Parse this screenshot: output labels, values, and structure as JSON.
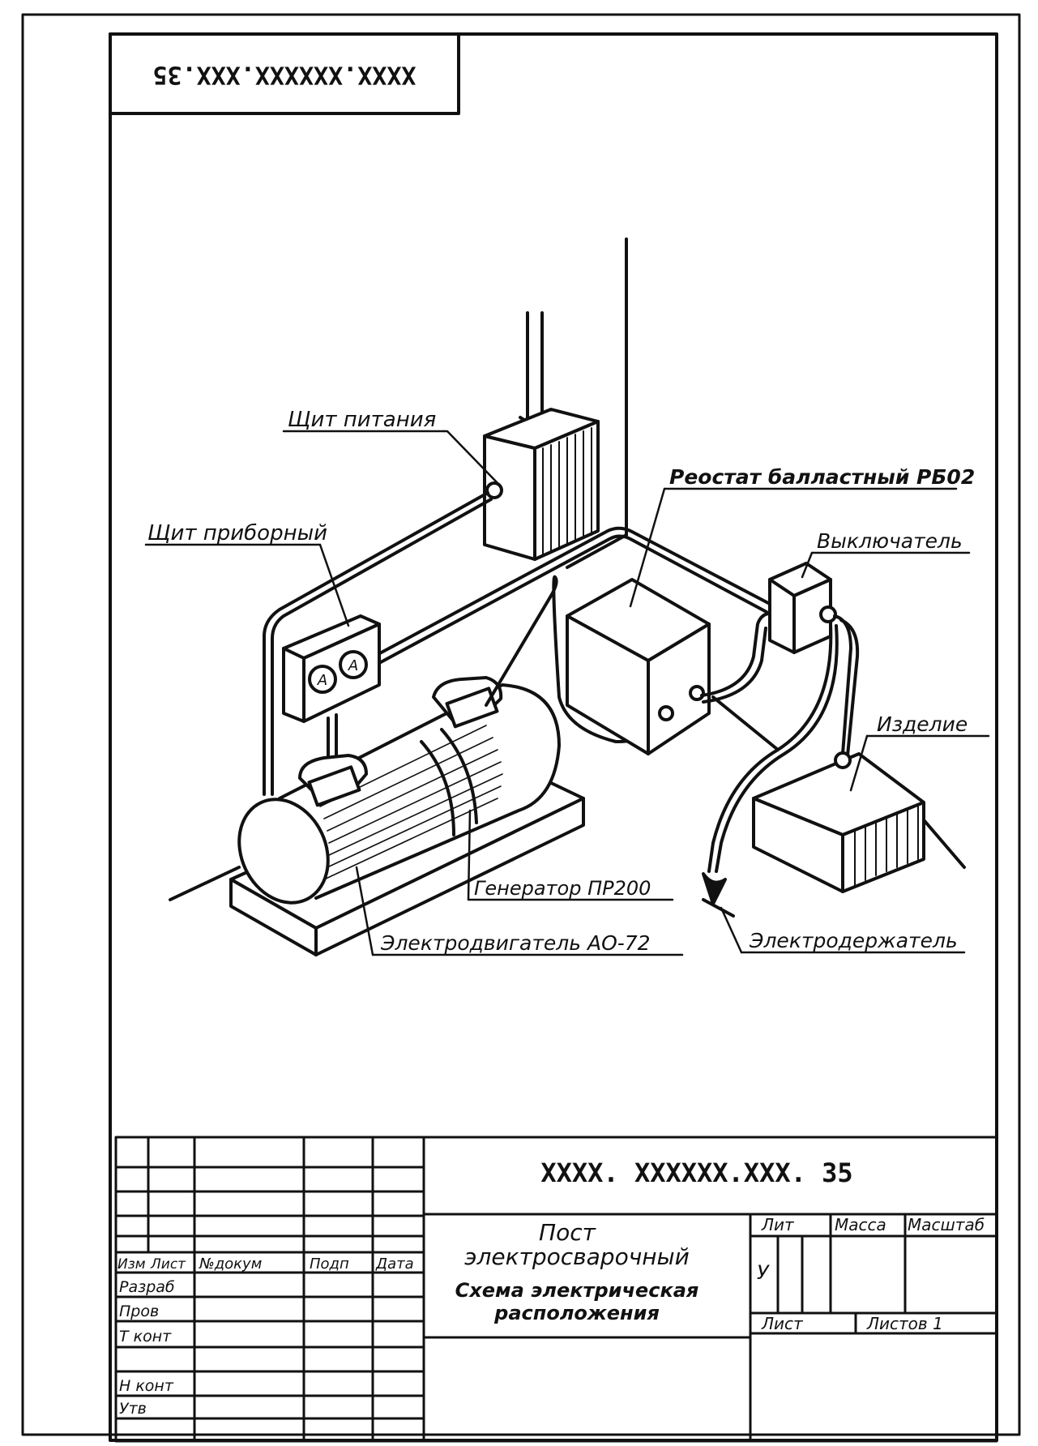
{
  "corner_code": "XXXX.XXXXXX.XXX.35",
  "labels": {
    "power_panel": "Щит питания",
    "instrument_panel": "Щит приборный",
    "ballast_rheostat": "Реостат балластный РБ02",
    "switch": "Выключатель",
    "workpiece": "Изделие",
    "generator": "Генератор ПР200",
    "electric_motor": "Электродвигатель АО-72",
    "electrode_holder": "Электродержатель"
  },
  "meter_symbol": "A",
  "title_block": {
    "document_code": "XXXX. XXXXXX.XXX. 35",
    "title_line1": "Пост",
    "title_line2": "электросварочный",
    "subtitle_line1": "Схема электрическая",
    "subtitle_line2": "расположения",
    "col_izm": "Изм",
    "col_list": "Лист",
    "col_ndokum": "№докум",
    "col_podp": "Подп",
    "col_data": "Дата",
    "row_razrab": "Разраб",
    "row_prov": "Пров",
    "row_tkont": "Т конт",
    "row_nkont": "Н конт",
    "row_utv": "Утв",
    "lit_header": "Лит",
    "mass_header": "Масса",
    "scale_header": "Масштаб",
    "lit_value": "У",
    "sheet_label": "Лист",
    "sheets_label": "Листов 1"
  }
}
